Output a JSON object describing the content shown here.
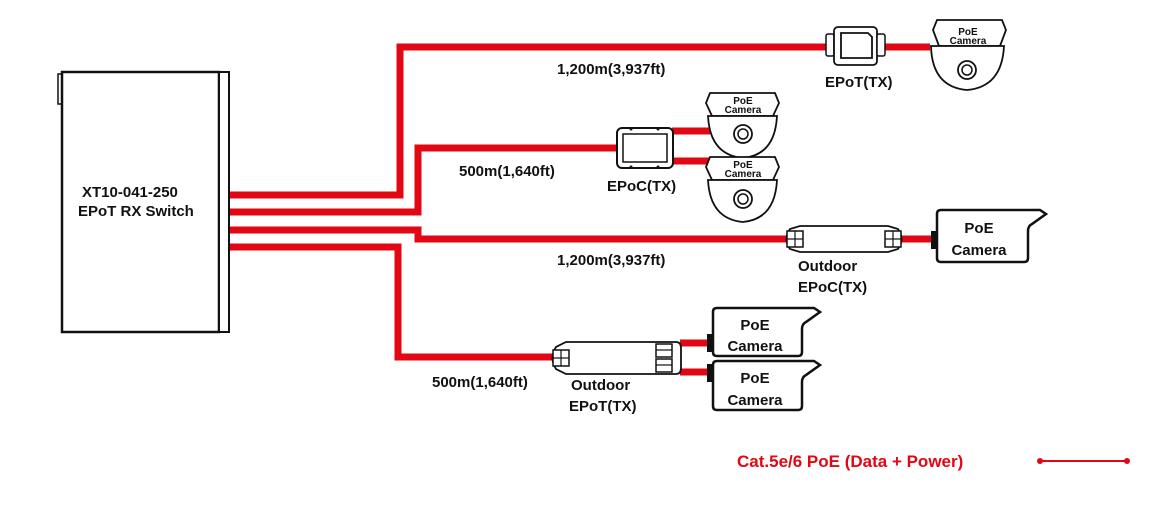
{
  "switch": {
    "model": "XT10-041-250",
    "name": "EPoT RX Switch"
  },
  "links": [
    {
      "distance": "1,200m(3,937ft)",
      "device": "EPoT(TX)",
      "cameras": [
        "PoE Camera"
      ]
    },
    {
      "distance": "500m(1,640ft)",
      "device": "EPoC(TX)",
      "cameras": [
        "PoE Camera",
        "PoE Camera"
      ]
    },
    {
      "distance": "1,200m(3,937ft)",
      "device": "Outdoor EPoC(TX)",
      "cameras": [
        "PoE Camera"
      ]
    },
    {
      "distance": "500m(1,640ft)",
      "device": "Outdoor EPoT(TX)",
      "cameras": [
        "PoE Camera",
        "PoE Camera"
      ]
    }
  ],
  "labels": {
    "dist1": "1,200m(3,937ft)",
    "dist2": "500m(1,640ft)",
    "dist3": "1,200m(3,937ft)",
    "dist4": "500m(1,640ft)",
    "dev1": "EPoT(TX)",
    "dev2": "EPoC(TX)",
    "dev3_l1": "Outdoor",
    "dev3_l2": "EPoC(TX)",
    "dev4_l1": "Outdoor",
    "dev4_l2": "EPoT(TX)",
    "cam_l1": "PoE",
    "cam_l2": "Camera"
  },
  "legend": {
    "text": "Cat.5e/6 PoE (Data + Power)",
    "color": "#e30613"
  }
}
